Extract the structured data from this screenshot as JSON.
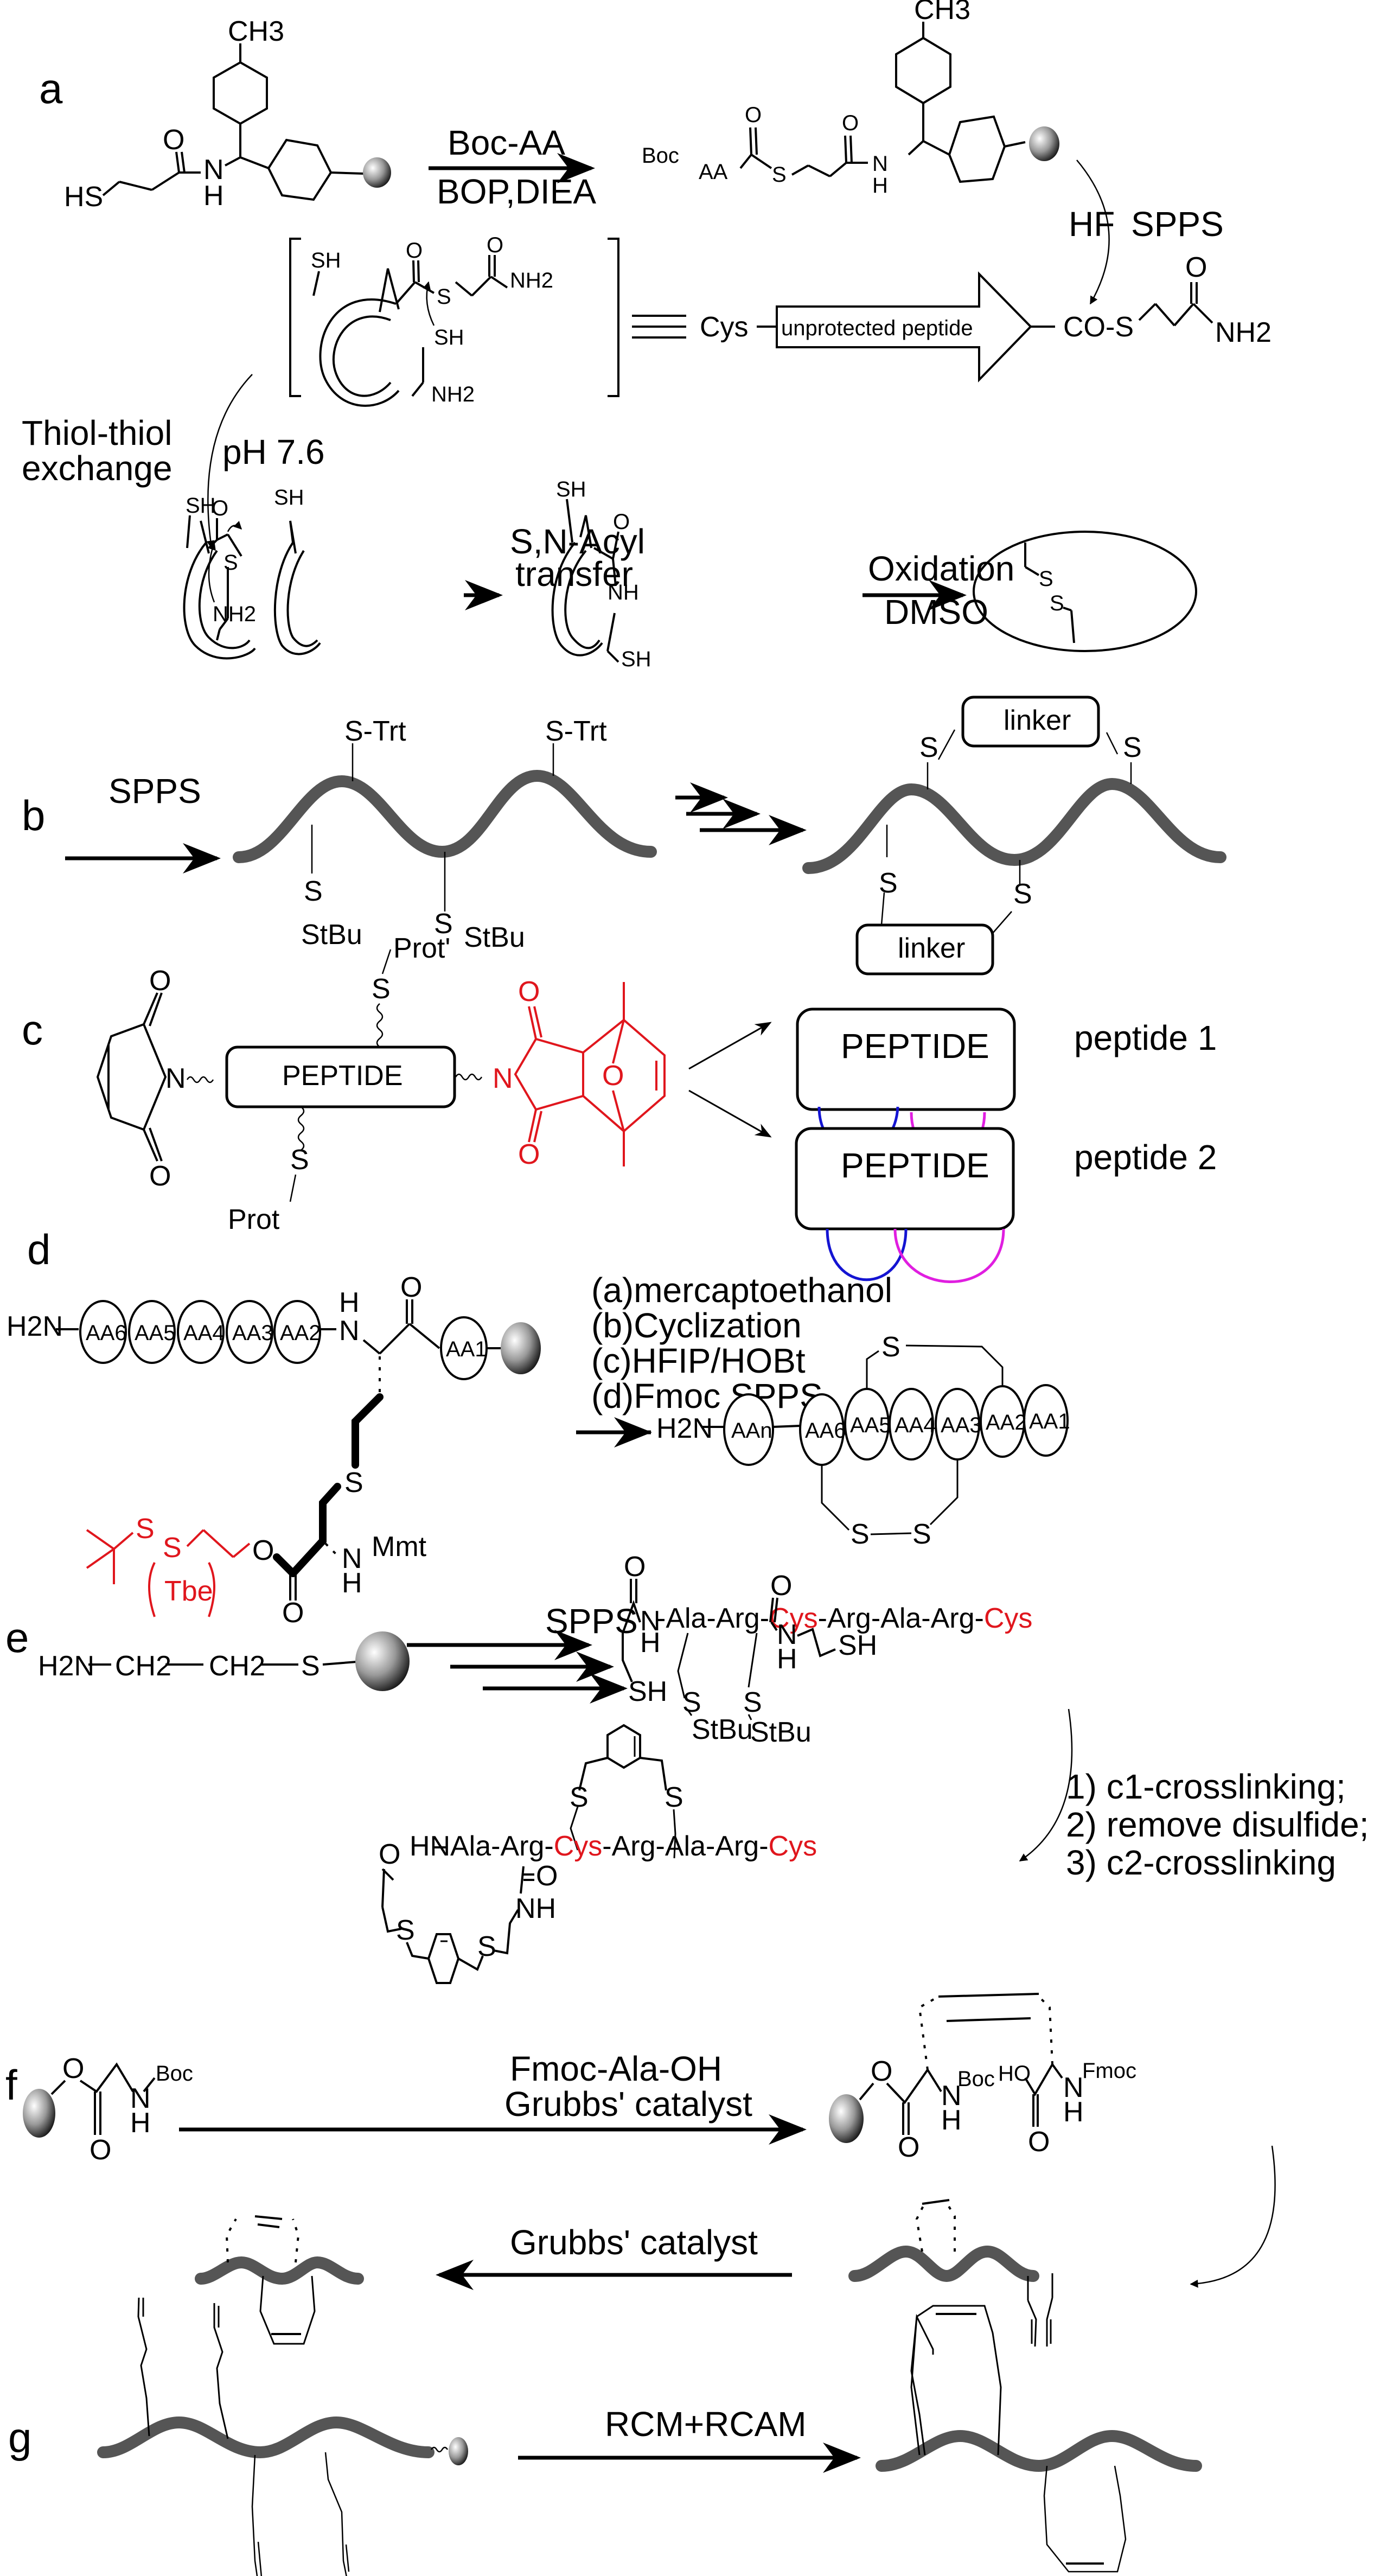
{
  "figure": {
    "title": "Peptide cyclization strategies scheme",
    "colors": {
      "highlight_red": "#e0161d",
      "loop_blue": "#1414d2",
      "loop_magenta": "#e01ee0",
      "ribbon_gray": "#555555"
    }
  },
  "panels": {
    "a": {
      "label": "a",
      "start_material": {
        "methyl": "CH3",
        "carbonyl_o": "O",
        "thiol": "HS",
        "amide_n": "N",
        "amide_h": "H"
      },
      "step1": {
        "reagent_top": "Boc-AA",
        "reagent_bottom": "BOP,DIEA"
      },
      "product1": {
        "methyl": "CH3",
        "boc": "Boc",
        "aa": "AA",
        "thioester_o": "O",
        "s": "S",
        "amide_o": "O",
        "n": "N",
        "h": "H"
      },
      "step2": {
        "left": "HF",
        "right": "SPPS"
      },
      "bracket_species": {
        "sh_top": "SH",
        "o1": "O",
        "s": "S",
        "o2": "O",
        "nh2_right": "NH2",
        "sh_mid": "SH",
        "nh2_bottom": "NH2"
      },
      "equivalent_species": {
        "cys": "Cys",
        "peptide_label": "unprotected peptide",
        "co_s": "CO-S",
        "o": "O",
        "nh2": "NH2"
      },
      "step3": {
        "left": "Thiol-thiol exchange",
        "left_line1": "Thiol-thiol",
        "left_line2": "exchange",
        "right": "pH 7.6"
      },
      "thioester_ring": {
        "sh": "SH",
        "o": "O",
        "s": "S",
        "nh2": "NH2"
      },
      "step4": {
        "line1": "S,N-Acyl",
        "line2": "transfer"
      },
      "lactam_ring": {
        "sh_top": "SH",
        "o": "O",
        "nh": "NH",
        "sh_bottom": "SH"
      },
      "step5": {
        "top": "Oxidation",
        "bottom": "DMSO"
      },
      "disulfide_ring": {
        "s1": "S",
        "s2": "S"
      }
    },
    "b": {
      "label": "b",
      "step1": "SPPS",
      "protected_peptide": {
        "top_groups": [
          "S-Trt",
          "S-Trt"
        ],
        "bottom_s": [
          "S",
          "S"
        ],
        "bottom_groups": [
          "StBu",
          "StBu"
        ]
      },
      "product": {
        "linkers": [
          "linker",
          "linker"
        ],
        "s_labels": [
          "S",
          "S",
          "S",
          "S"
        ]
      }
    },
    "c": {
      "label": "c",
      "reactant": {
        "maleimide_o_top": "O",
        "maleimide_o_bottom": "O",
        "n": "N",
        "peptide": "PEPTIDE",
        "s_top": "S",
        "prot_top": "Prot'",
        "s_bottom": "S",
        "prot_bottom": "Prot",
        "red_n": "N",
        "red_o_top": "O",
        "red_o_bottom": "O",
        "red_bridge_o": "O"
      },
      "products": [
        {
          "box_label": "PEPTIDE",
          "name": "peptide 1",
          "loops": "separate"
        },
        {
          "box_label": "PEPTIDE",
          "name": "peptide 2",
          "loops": "overlapping"
        }
      ]
    },
    "d": {
      "label": "d",
      "reactant": {
        "h2n": "H2N",
        "residues": [
          "AA6",
          "AA5",
          "AA4",
          "AA3",
          "AA2"
        ],
        "nh_n": "N",
        "nh_h": "H",
        "o": "O",
        "resin_residue": "AA1",
        "s_thioether": "S",
        "ester_o": "O",
        "carbonyl_o": "O",
        "n": "N",
        "h": "H",
        "mmt": "Mmt",
        "tbe_s1": "S",
        "tbe_s2": "S",
        "tbe_label": "Tbe"
      },
      "conditions": [
        "(a)mercaptoethanol",
        "(b)Cyclization",
        "(c)HFIP/HOBt",
        "(d)Fmoc SPPS"
      ],
      "product": {
        "h2n": "H2N",
        "residues": [
          "AAn",
          "AA6",
          "AA5",
          "AA4",
          "AA3",
          "AA2",
          "AA1"
        ],
        "thioether_s": "S",
        "disulfide_s1": "S",
        "disulfide_s2": "S"
      }
    },
    "e": {
      "label": "e",
      "start": {
        "h2n": "H2N",
        "ch2a": "CH2",
        "ch2b": "CH2",
        "s": "S"
      },
      "step1": "SPPS",
      "linear": {
        "o_left": "O",
        "n": "N",
        "h": "H",
        "sh_left": "SH",
        "sequence": [
          {
            "text": "-Ala-Arg-",
            "red": false
          },
          {
            "text": "Cys",
            "red": true
          },
          {
            "text": "-Arg-Ala-Arg-",
            "red": false
          },
          {
            "text": "Cys",
            "red": true
          }
        ],
        "o_right": "O",
        "n_right": "N",
        "h_right": "H",
        "sh_right": "SH",
        "s1": "S",
        "stbu1": "StBu",
        "s2": "S",
        "stbu2": "StBu"
      },
      "steps": [
        "1) c1-crosslinking;",
        "2) remove disulfide;",
        "3) c2-crosslinking"
      ],
      "bicyclic": {
        "hn": "HN",
        "sequence": [
          {
            "text": "Ala-Arg-",
            "red": false
          },
          {
            "text": "Cys",
            "red": true
          },
          {
            "text": "-Arg-Ala-Arg-",
            "red": false
          },
          {
            "text": "Cys",
            "red": true
          }
        ],
        "o_left": "O",
        "o_right": "O",
        "nh": "NH",
        "s_labels": [
          "S",
          "S",
          "S",
          "S"
        ]
      }
    },
    "f": {
      "label": "f",
      "reactant": {
        "o_ester": "O",
        "o_carbonyl": "O",
        "n": "N",
        "h": "H",
        "boc": "Boc"
      },
      "step1": {
        "top": "Fmoc-Ala-OH",
        "bottom": "Grubbs' catalyst"
      },
      "product": {
        "o_ester": "O",
        "o_carbonyl": "O",
        "n1": "N",
        "h1": "H",
        "boc": "Boc",
        "ho": "HO",
        "o2": "O",
        "n2": "N",
        "h2": "H",
        "fmoc": "Fmoc"
      },
      "step2": "Grubbs' catalyst"
    },
    "g": {
      "label": "g",
      "step": "RCM+RCAM"
    }
  }
}
